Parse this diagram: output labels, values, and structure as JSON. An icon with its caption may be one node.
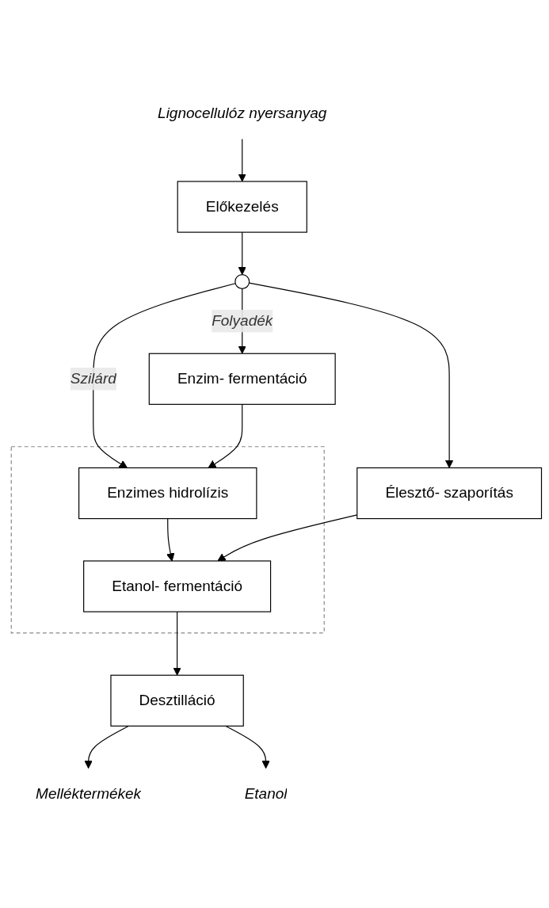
{
  "diagram": {
    "nodes": [
      {
        "text": [
          "Lignocellulóz nyersanyag"
        ]
      },
      {
        "text": [
          "Előkezelés"
        ]
      },
      {
        "text": [],
        "shape": "circle"
      },
      {
        "text": [],
        "shape": "box"
      },
      {
        "text": [
          "Enzimes hidrolízis"
        ],
        "in": 3
      },
      {
        "text": [
          "Enzim- fermentáció"
        ]
      },
      {
        "text": [
          "Etanol- fermentáció"
        ],
        "in": 3
      },
      {
        "text": [
          "Élesztő- szaporítás"
        ]
      },
      {
        "text": [
          "Desztilláció"
        ]
      },
      {
        "text": [
          "Melléktermékek"
        ]
      },
      {
        "text": [
          "Etanol"
        ]
      }
    ],
    "edges": [
      {
        "from": 0,
        "to": 1,
        "arrow": "to"
      },
      {
        "from": 1,
        "to": 2,
        "arrow": "to"
      },
      {
        "from": 2,
        "to": 4,
        "arrow": "to",
        "label": "Szilárd"
      },
      {
        "from": 2,
        "to": 5,
        "arrow": "to",
        "label": "Folyadék"
      },
      {
        "from": 2,
        "to": 7,
        "arrow": "to"
      },
      {
        "from": 5,
        "to": 4,
        "arrow": "to"
      },
      {
        "from": 4,
        "to": 6,
        "arrow": "to"
      },
      {
        "from": 7,
        "to": 6,
        "arrow": "to"
      },
      {
        "from": 6,
        "to": 8,
        "arrow": "to"
      },
      {
        "from": 8,
        "to": 9,
        "arrow": "to"
      },
      {
        "from": 8,
        "to": 10,
        "arrow": "to"
      }
    ]
  }
}
